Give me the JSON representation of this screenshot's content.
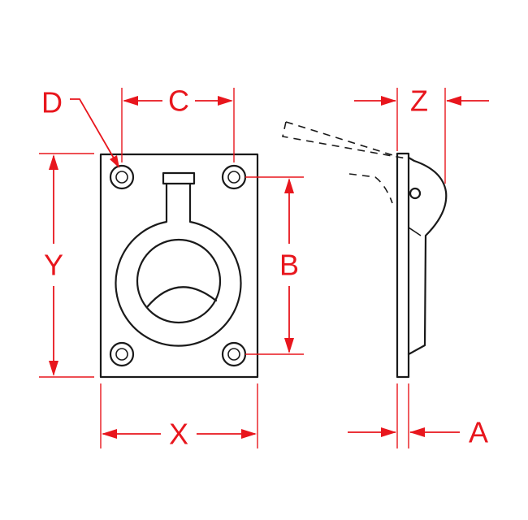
{
  "colors": {
    "dimension": "#e8161d",
    "outline": "#1a1a1a",
    "background": "#ffffff"
  },
  "labels": {
    "D": "D",
    "C": "C",
    "Z": "Z",
    "Y": "Y",
    "B": "B",
    "X": "X",
    "A": "A"
  }
}
